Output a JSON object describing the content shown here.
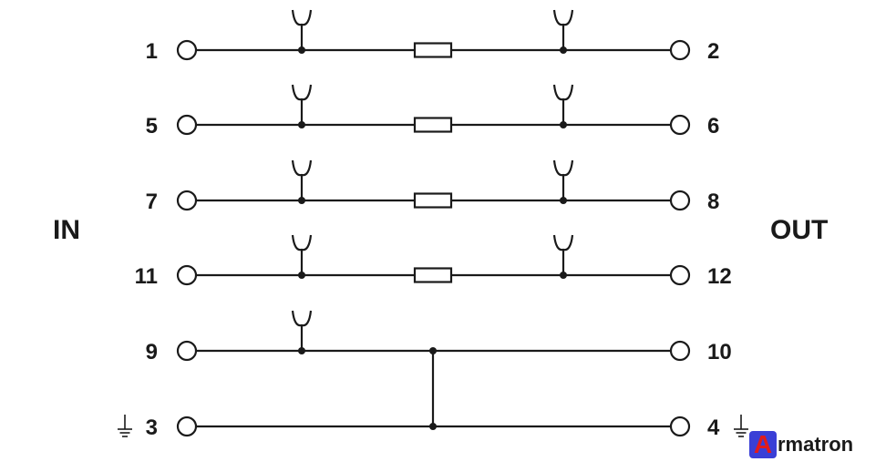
{
  "diagram": {
    "side_labels": {
      "left": "IN",
      "right": "OUT"
    },
    "lines": [
      {
        "in": "1",
        "out": "2",
        "resistor": true,
        "taps": 2,
        "in_ground": false,
        "out_ground": false
      },
      {
        "in": "5",
        "out": "6",
        "resistor": true,
        "taps": 2,
        "in_ground": false,
        "out_ground": false
      },
      {
        "in": "7",
        "out": "8",
        "resistor": true,
        "taps": 2,
        "in_ground": false,
        "out_ground": false
      },
      {
        "in": "11",
        "out": "12",
        "resistor": true,
        "taps": 2,
        "in_ground": false,
        "out_ground": false
      },
      {
        "in": "9",
        "out": "10",
        "resistor": false,
        "taps": 1,
        "in_ground": false,
        "out_ground": false
      },
      {
        "in": "3",
        "out": "4",
        "resistor": false,
        "taps": 0,
        "in_ground": true,
        "out_ground": true
      }
    ],
    "bridge": {
      "from_line": 4,
      "to_line": 5
    },
    "colors": {
      "line": "#1a1a1a",
      "badge": "#3a3fd6",
      "badge_letter": "#e21b1b"
    },
    "icons": [
      "ground-icon",
      "gas-discharge-tap-icon",
      "resistor-icon",
      "terminal-circle-icon"
    ]
  },
  "watermark": {
    "letter": "A",
    "rest": "rmatron"
  }
}
